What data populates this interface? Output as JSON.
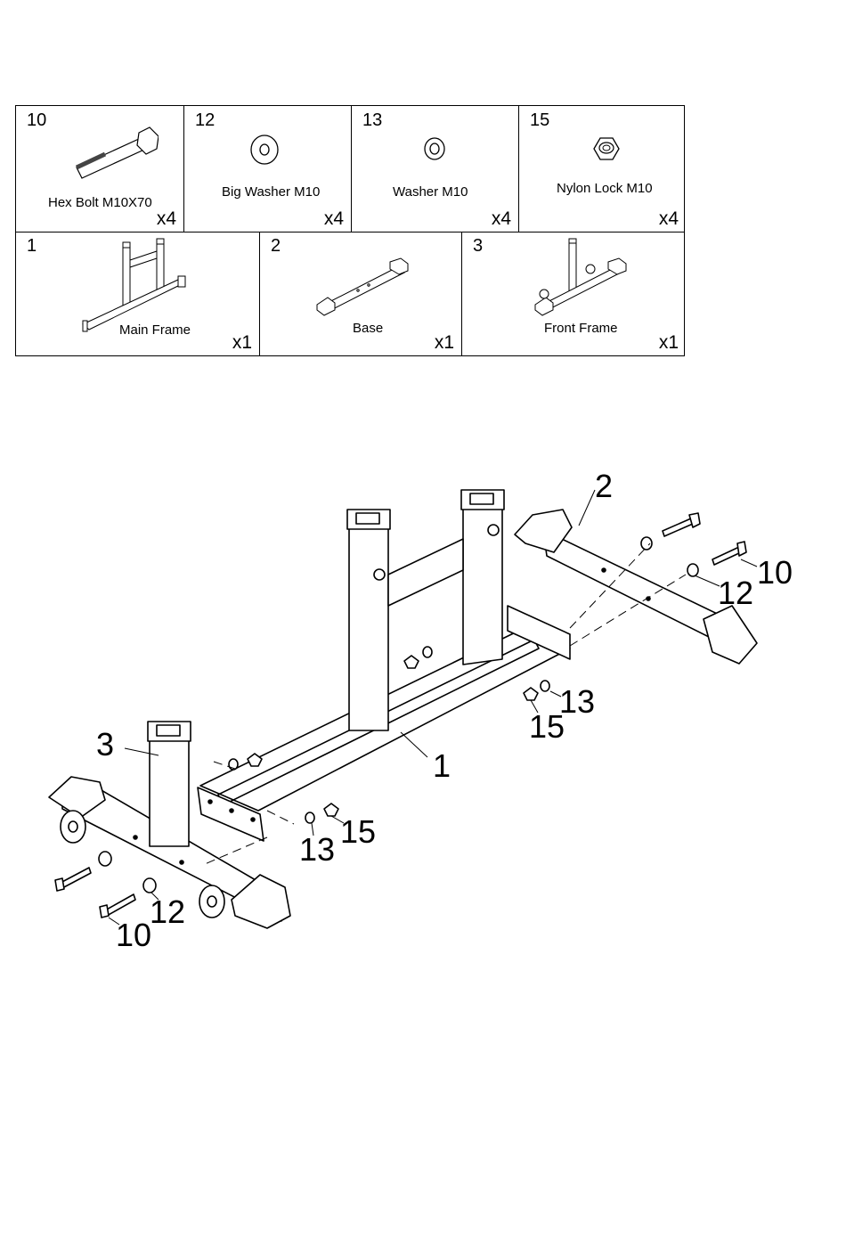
{
  "parts_table": {
    "hardware": [
      {
        "number": "10",
        "name": "Hex Bolt M10X70",
        "qty": "x4",
        "icon": "hex-bolt-icon"
      },
      {
        "number": "12",
        "name": "Big Washer M10",
        "qty": "x4",
        "icon": "big-washer-icon"
      },
      {
        "number": "13",
        "name": "Washer M10",
        "qty": "x4",
        "icon": "washer-icon"
      },
      {
        "number": "15",
        "name": "Nylon Lock M10",
        "qty": "x4",
        "icon": "nylon-lock-nut-icon"
      }
    ],
    "frames": [
      {
        "number": "1",
        "name": "Main Frame",
        "qty": "x1",
        "icon": "main-frame-icon"
      },
      {
        "number": "2",
        "name": "Base",
        "qty": "x1",
        "icon": "base-icon"
      },
      {
        "number": "3",
        "name": "Front Frame",
        "qty": "x1",
        "icon": "front-frame-icon"
      }
    ]
  },
  "diagram": {
    "callouts": {
      "base": "2",
      "front_frame": "3",
      "main_frame": "1",
      "bolt_right": "10",
      "big_washer_right": "12",
      "washer_right": "13",
      "nut_right": "15",
      "washer_left": "13",
      "nut_left": "15",
      "big_washer_left": "12",
      "bolt_left": "10"
    }
  }
}
